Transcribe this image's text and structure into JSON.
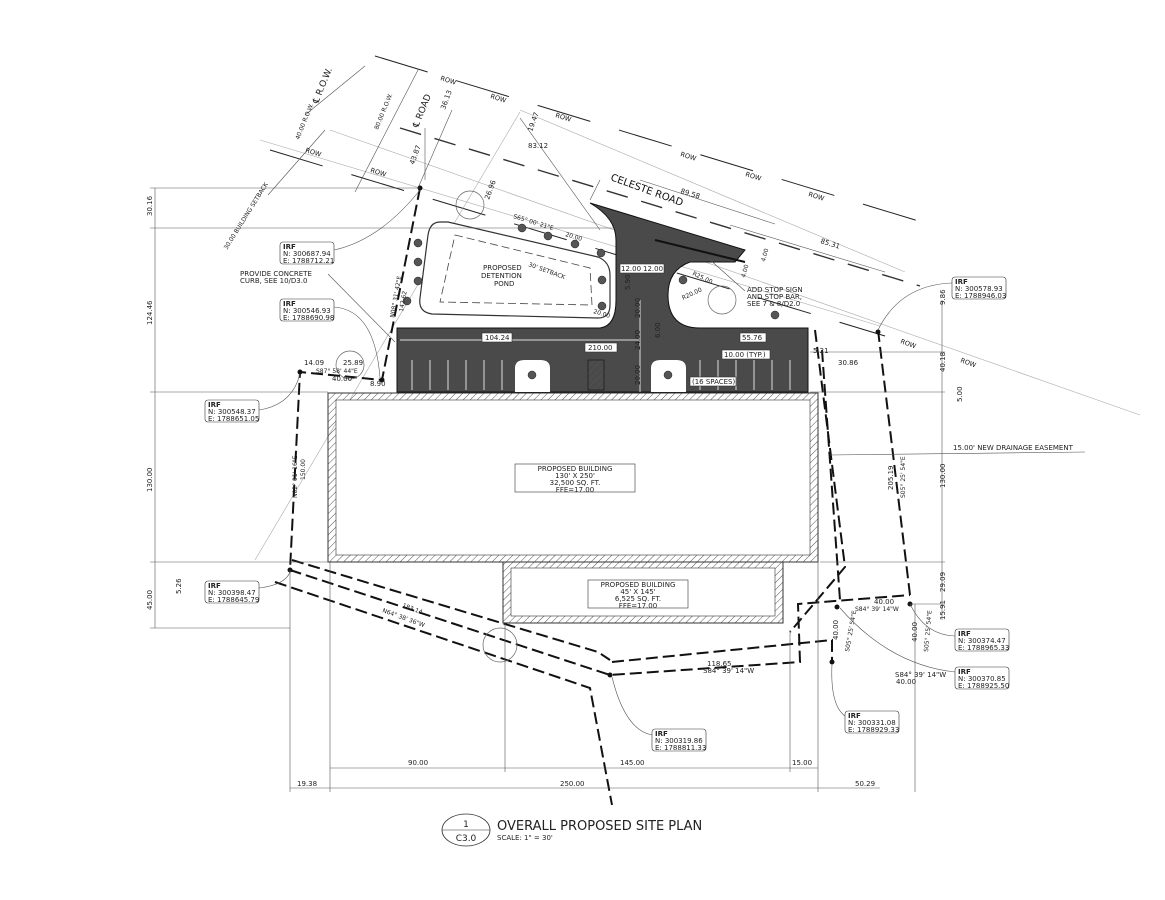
{
  "title": {
    "number": "1",
    "sheet": "C3.0",
    "text": "OVERALL PROPOSED SITE PLAN",
    "scale": "SCALE:  1\" = 30'"
  },
  "road": {
    "name": "CELESTE ROAD",
    "centerline": "℄ ROAD",
    "row_centerline": "℄ R.O.W.",
    "row_label": "ROW",
    "row_width_80": "80.00 R.O.W.",
    "row_width_40": "40.00 R.O.W.",
    "setback_30": "30.00 BUILDING SETBACK"
  },
  "pond": {
    "line1": "PROPOSED",
    "line2": "DETENTION",
    "line3": "POND",
    "setback": "30' SETBACK"
  },
  "building1": {
    "line1": "PROPOSED BUILDING",
    "line2": "130' X 250'",
    "line3": "32,500 SQ. FT.",
    "line4": "FFE=17.00"
  },
  "building2": {
    "line1": "PROPOSED BUILDING",
    "line2": "45' X 145'",
    "line3": "6,525 SQ. FT.",
    "line4": "FFE=17.00"
  },
  "notes": {
    "curb": [
      "PROVIDE CONCRETE",
      "CURB, SEE 10/D3.0"
    ],
    "stop": [
      "ADD STOP SIGN",
      "AND STOP BAR,",
      "SEE 7 & 8/D2.0"
    ],
    "easement": "15.00' NEW DRAINAGE EASEMENT",
    "spaces": "(16 SPACES)",
    "typ": "10.00 (TYP.)"
  },
  "irf": [
    {
      "label": "IRF",
      "n": "N: 300687.94",
      "e": "E: 1788712.21"
    },
    {
      "label": "IRF",
      "n": "N: 300546.93",
      "e": "E: 1788690.98"
    },
    {
      "label": "IRF",
      "n": "N: 300548.37",
      "e": "E: 1788651.05"
    },
    {
      "label": "IRF",
      "n": "N: 300398.47",
      "e": "E: 1788645.79"
    },
    {
      "label": "IRF",
      "n": "N: 300319.86",
      "e": "E: 1788811.33"
    },
    {
      "label": "IRF",
      "n": "N: 300331.08",
      "e": "E: 1788929.33"
    },
    {
      "label": "IRF",
      "n": "N: 300578.93",
      "e": "E: 1788946.03"
    },
    {
      "label": "IRF",
      "n": "N: 300374.47",
      "e": "E: 1788965.33"
    },
    {
      "label": "IRF",
      "n": "N: 300370.85",
      "e": "E: 1788925.50"
    }
  ],
  "bearings": {
    "b1": "N08° 31' 42\"E",
    "b2": "S87° 58' 44\"E",
    "b3": "N02° 01' 16\"E",
    "b4": "N64° 38' 36\"W",
    "b5": "S84° 39' 14\"W",
    "b6": "S05° 25' 54\"E",
    "b7": "S65° 00' 21\"E",
    "b8": "S84° 39' 14\"W",
    "b9": "S05° 25' 54\"E",
    "b10": "S84° 39' 14\"W",
    "b11": "S05° 25' 54\"E"
  },
  "dims": {
    "d19_47": "19.47",
    "d83_12": "83.12",
    "d89_58": "89.58",
    "d85_31": "85.31",
    "d36_13": "36.13",
    "d43_87": "43.87",
    "d26_96": "26.96",
    "d12a": "12.00",
    "d12b": "12.00",
    "d5_90": "5.90",
    "d20a": "20.00",
    "d24": "24.00",
    "d20b": "20.00",
    "d6": "6.00",
    "r25": "R25.00",
    "r20": "R20.00",
    "d104_24": "104.24",
    "d210": "210.00",
    "d55_76": "55.76",
    "d4a": "4.00",
    "d4b": "4.00",
    "d5_21": "5.21",
    "d30_86": "30.86",
    "d14_09": "14.09",
    "d25_89": "25.89",
    "d40a": "40.00",
    "d8_90": "8.90",
    "d142_62": "142.62",
    "d150": "150.00",
    "d183_14": "183.14",
    "d118_65": "118.65",
    "d40b": "40.00",
    "d40c": "40.00",
    "d40d": "40.00",
    "d40e": "40.00",
    "d205_19": "205.19",
    "d5_26": "5.26",
    "left_30_16": "30.16",
    "left_124_46": "124.46",
    "left_130": "130.00",
    "left_45": "45.00",
    "right_9_86": "9.86",
    "right_40_18": "40.18",
    "right_5": "5.00",
    "right_130": "130.00",
    "right_29_09": "29.09",
    "right_15_91": "15.91",
    "bot_90": "90.00",
    "bot_145": "145.00",
    "bot_15": "15.00",
    "bot_19_38": "19.38",
    "bot_250": "250.00",
    "bot_50_29": "50.29",
    "d20_00_pond": "20.00",
    "d20_00_pond2": "20.00"
  },
  "colors": {
    "pavement": "#4a4a4a",
    "line": "#111111"
  }
}
